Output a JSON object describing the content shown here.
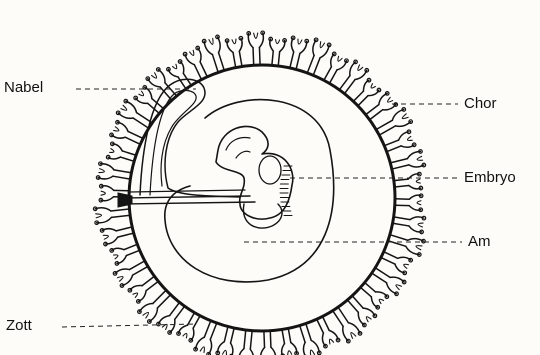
{
  "labels": {
    "nabel": "Nabel",
    "chor": "Chor",
    "embryo": "Embryo",
    "am": "Am",
    "zott": "Zott"
  },
  "colors": {
    "ink": "#141414",
    "paper": "#fdfcf8"
  }
}
